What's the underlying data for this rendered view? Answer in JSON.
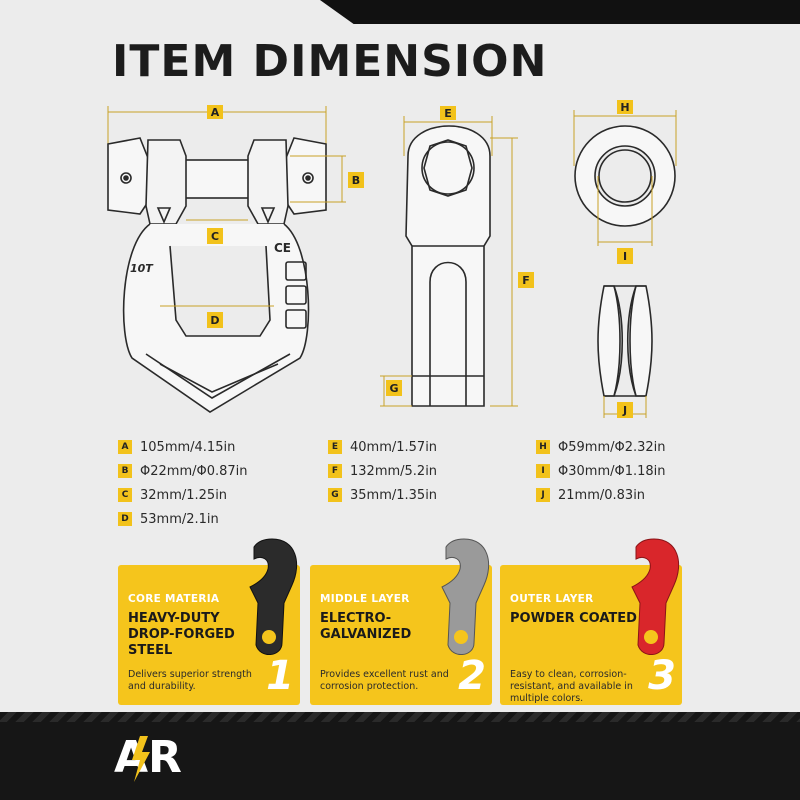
{
  "title": "ITEM DIMENSION",
  "labels": {
    "a": "A",
    "b": "B",
    "c": "C",
    "d": "D",
    "e": "E",
    "f": "F",
    "g": "G",
    "h": "H",
    "i": "I",
    "j": "J"
  },
  "shackle_marks": {
    "rating": "10T",
    "ce": "CE"
  },
  "specs": [
    {
      "letter": "A",
      "value": "105mm/4.15in"
    },
    {
      "letter": "B",
      "value": "Φ22mm/Φ0.87in"
    },
    {
      "letter": "C",
      "value": "32mm/1.25in"
    },
    {
      "letter": "D",
      "value": "53mm/2.1in"
    },
    {
      "letter": "E",
      "value": "40mm/1.57in"
    },
    {
      "letter": "F",
      "value": "132mm/5.2in"
    },
    {
      "letter": "G",
      "value": "35mm/1.35in"
    },
    {
      "letter": "H",
      "value": "Φ59mm/Φ2.32in"
    },
    {
      "letter": "I",
      "value": "Φ30mm/Φ1.18in"
    },
    {
      "letter": "J",
      "value": "21mm/0.83in"
    }
  ],
  "cards": [
    {
      "layer": "CORE MATERIA",
      "heading": "HEAVY-DUTY DROP-FORGED STEEL",
      "desc": "Delivers superior strength and durability.",
      "num": "1",
      "hook_color": "#2b2b2b"
    },
    {
      "layer": "MIDDLE LAYER",
      "heading": "ELECTRO-GALVANIZED",
      "desc": "Provides excellent rust and corrosion protection.",
      "num": "2",
      "hook_color": "#9a9a9a"
    },
    {
      "layer": "OUTER LAYER",
      "heading": "POWDER COATED",
      "desc": "Easy to clean, corrosion-resistant, and available in multiple colors.",
      "num": "3",
      "hook_color": "#d9262b"
    }
  ],
  "logo": {
    "text": "AR",
    "accent": "#f2c21b"
  },
  "colors": {
    "accent": "#f2c21b",
    "dark": "#161616"
  }
}
